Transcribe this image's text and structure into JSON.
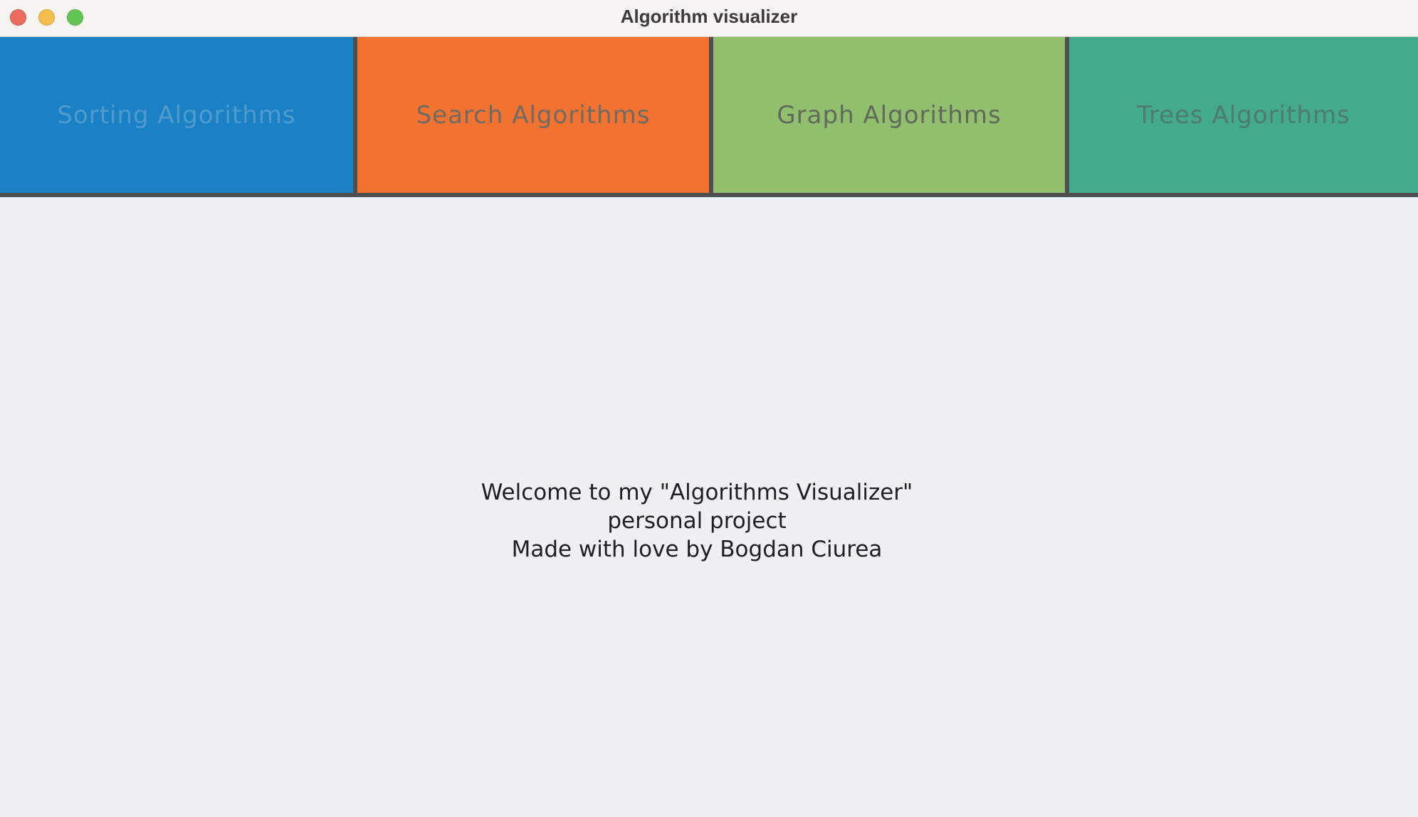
{
  "window": {
    "title": "Algorithm visualizer"
  },
  "nav": {
    "items": [
      {
        "label": "Sorting Algorithms",
        "bg": "#1a82c4",
        "fg": "#4f9bcf"
      },
      {
        "label": "Search Algorithms",
        "bg": "#f2732f",
        "fg": "#6e6a66"
      },
      {
        "label": "Graph Algorithms",
        "bg": "#92bf6e",
        "fg": "#5f6a5a"
      },
      {
        "label": "Trees Algorithms",
        "bg": "#43aa8b",
        "fg": "#4f7a6f"
      }
    ]
  },
  "main": {
    "welcome_line1": "Welcome to my \"Algorithms Visualizer\"",
    "welcome_line2": "personal project",
    "welcome_line3": "Made with love by Bogdan Ciurea"
  }
}
